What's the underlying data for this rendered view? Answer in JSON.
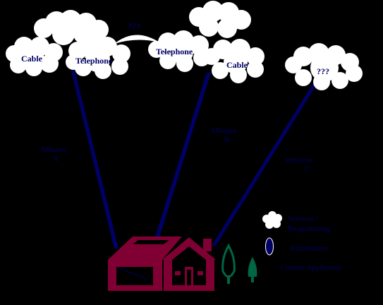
{
  "clouds": {
    "left_cable": "Cable",
    "left_telephone": "Telephone",
    "bridge": "???",
    "right_telephone": "Telephone",
    "right_cable": "Cable",
    "far_right": "???"
  },
  "links": {
    "alliance_a_line1": "Alliance",
    "alliance_a_line2": "A",
    "alliance_b_line1": "Alliance",
    "alliance_b_line2": "B",
    "wireless_line1": "Wireless",
    "wireless_line2": "??"
  },
  "legend": {
    "services_line1": "Services /",
    "services_line2": "Programming",
    "distribution": "Distribution",
    "custom_appliances": "Custom Appliances"
  },
  "colors": {
    "background": "#000000",
    "cloud": "#ffffff",
    "beam": "#000066",
    "text": "#000066",
    "house": "#800033",
    "tree": "#006644"
  }
}
